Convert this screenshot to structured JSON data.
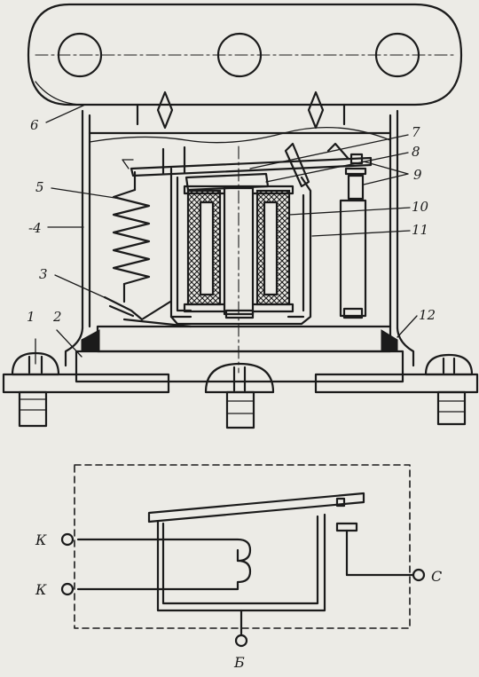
{
  "relay_drawing": {
    "callouts": [
      "1",
      "2",
      "3",
      "-4",
      "5",
      "6",
      "7",
      "8",
      "9",
      "10",
      "11",
      "12"
    ]
  },
  "schematic": {
    "terminals": {
      "k_top": "К",
      "k_bottom": "К",
      "c": "С",
      "b": "Б"
    }
  },
  "colors": {
    "ink": "#1b1b1b",
    "paper": "#ecebe6"
  }
}
